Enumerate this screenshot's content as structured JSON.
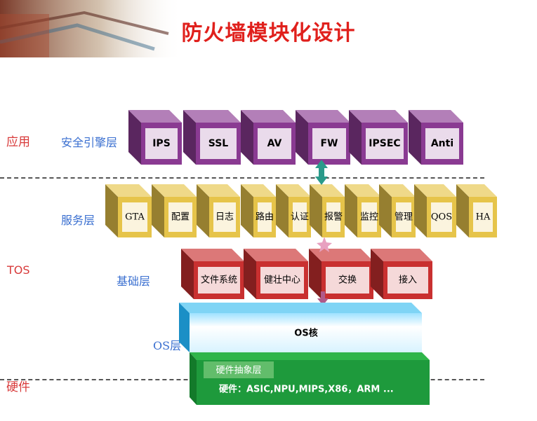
{
  "title": "防火墙模块化设计",
  "lanes": {
    "app": "应用",
    "tos": "TOS",
    "hw": "硬件"
  },
  "layers": {
    "engine": "安全引擎层",
    "service": "服务层",
    "base": "基础层",
    "os": "OS层"
  },
  "engine_blocks": [
    "IPS",
    "SSL",
    "AV",
    "FW",
    "IPSEC",
    "Anti"
  ],
  "service_blocks": [
    "GTA",
    "配置",
    "日志",
    "路由",
    "认证",
    "报警",
    "监控",
    "管理",
    "QOS",
    "HA"
  ],
  "base_blocks": [
    "文件系统",
    "健壮中心",
    "交换",
    "接入"
  ],
  "os_core": "OS核",
  "hw_abstraction": "硬件抽象层",
  "hw_text": "硬件：ASIC,NPU,MIPS,X86，ARM ...",
  "colors": {
    "engine": "#8a3a92",
    "service": "#e6c44a",
    "base": "#c93030",
    "os": "#2ab0e8",
    "hw": "#1e9a3c"
  }
}
